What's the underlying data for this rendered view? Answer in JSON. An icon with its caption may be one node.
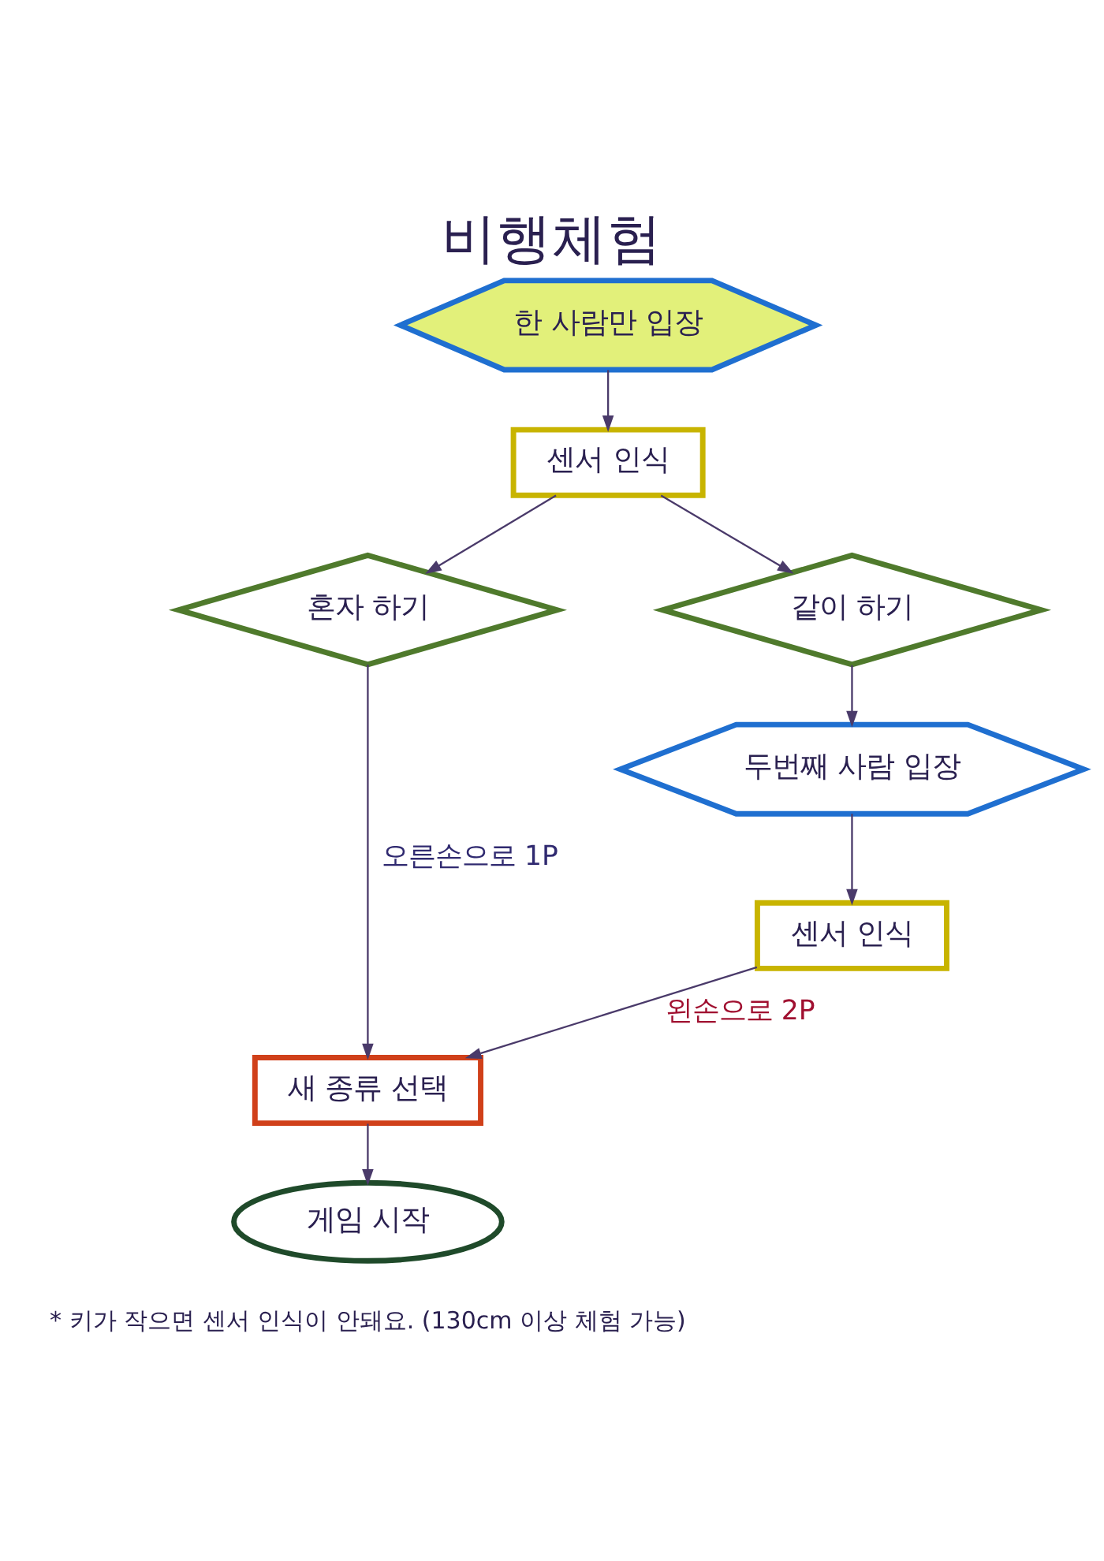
{
  "diagram": {
    "title": "비행체험",
    "nodes": [
      {
        "text": [
          "한 사람만 입장"
        ]
      },
      {
        "text": [
          "센서 인식"
        ]
      },
      {
        "text": [
          "혼자 하기"
        ]
      },
      {
        "text": [
          "같이 하기"
        ]
      },
      {
        "text": [
          "두번째 사람 입장"
        ]
      },
      {
        "text": [
          "센서 인식"
        ]
      },
      {
        "text": [
          "새 종류 선택"
        ]
      },
      {
        "text": [
          "게임 시작"
        ]
      }
    ],
    "edges": [
      {
        "from": 0,
        "to": 1,
        "arrow": "to"
      },
      {
        "from": 1,
        "to": 2,
        "arrow": "to"
      },
      {
        "from": 1,
        "to": 3,
        "arrow": "to"
      },
      {
        "from": 3,
        "to": 4,
        "arrow": "to"
      },
      {
        "from": 4,
        "to": 5,
        "arrow": "to"
      },
      {
        "from": 2,
        "to": 6,
        "label": "오른손으로 1P",
        "arrow": "to"
      },
      {
        "from": 5,
        "to": 6,
        "label": "왼손으로 2P",
        "arrow": "to"
      },
      {
        "from": 6,
        "to": 7,
        "arrow": "to"
      }
    ],
    "labels": [
      "* 키가 작으면 센서 인식이 안돼요. (130cm 이상 체험 가능)"
    ]
  }
}
